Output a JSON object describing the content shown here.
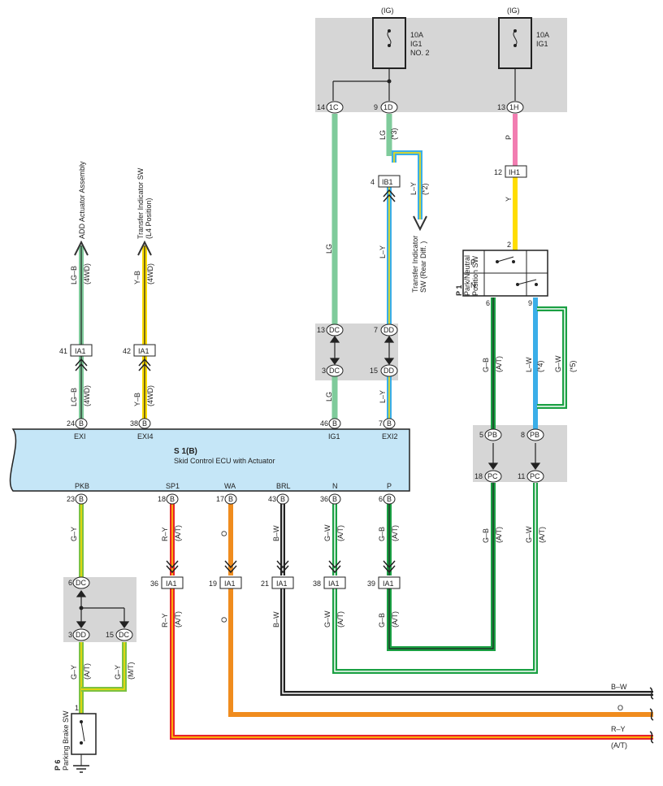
{
  "ig_left": "(IG)",
  "ig_right": "(IG)",
  "fuse_left": [
    "10A",
    "IG1",
    "NO. 2"
  ],
  "fuse_right": [
    "10A",
    "IG1"
  ],
  "ecu": {
    "id": "S 1(B)",
    "name": "Skid Control ECU with Actuator"
  },
  "ecu_top_pins": [
    {
      "num": "24",
      "label": "EXI"
    },
    {
      "num": "38",
      "label": "EXI4"
    },
    {
      "num": "46",
      "label": "IG1"
    },
    {
      "num": "7",
      "label": "EXI2"
    }
  ],
  "ecu_bottom_pins": [
    {
      "num": "23",
      "label": "PKB"
    },
    {
      "num": "18",
      "label": "SP1"
    },
    {
      "num": "17",
      "label": "WA"
    },
    {
      "num": "43",
      "label": "BRL"
    },
    {
      "num": "36",
      "label": "N"
    },
    {
      "num": "6",
      "label": "P"
    }
  ],
  "connector_letter": "B",
  "upper_pins": {
    "c1_num": "14",
    "c1": "1C",
    "c2_num": "9",
    "c2": "1D",
    "c3_num": "13",
    "c3": "1H"
  },
  "ih1": {
    "num": "12",
    "label": "IH1"
  },
  "ib1": {
    "num": "4",
    "label": "IB1"
  },
  "ia1_upper": [
    {
      "num": "41",
      "label": "IA1"
    },
    {
      "num": "42",
      "label": "IA1"
    }
  ],
  "ia1_lower": [
    {
      "num": "36",
      "label": "IA1"
    },
    {
      "num": "19",
      "label": "IA1"
    },
    {
      "num": "21",
      "label": "IA1"
    },
    {
      "num": "38",
      "label": "IA1"
    },
    {
      "num": "39",
      "label": "IA1"
    }
  ],
  "dc_dd_upper": [
    {
      "num": "13",
      "label": "DC"
    },
    {
      "num": "7",
      "label": "DD"
    },
    {
      "num": "3",
      "label": "DC"
    },
    {
      "num": "15",
      "label": "DD"
    }
  ],
  "pb_pc": [
    {
      "num": "5",
      "label": "PB"
    },
    {
      "num": "8",
      "label": "PB"
    },
    {
      "num": "18",
      "label": "PC"
    },
    {
      "num": "11",
      "label": "PC"
    }
  ],
  "dc_dd_lower": [
    {
      "num": "6",
      "label": "DC"
    },
    {
      "num": "3",
      "label": "DD"
    },
    {
      "num": "15",
      "label": "DC"
    }
  ],
  "arrows_up": [
    "ADD Actuator Assembly",
    "Transfer Indicator SW",
    "(L4 Position)"
  ],
  "transfer_sw": [
    "Transfer Indicator",
    "SW (Rear Diff. )"
  ],
  "park_neutral": {
    "id": "P 1",
    "name": "Park/Neutral",
    "name2": "Position SW",
    "pin2": "2",
    "pin6": "6",
    "pin9": "9",
    "p": "P",
    "n": "N"
  },
  "parking_brake": {
    "id": "P 6",
    "name": "Parking Brake SW",
    "pin": "1"
  },
  "wire_labels": {
    "lg": "LG",
    "l_y": "L–Y",
    "p": "P",
    "y": "Y",
    "lg_b": "LG–B",
    "y_b": "Y–B",
    "wd4": "(4WD)",
    "g_b": "G–B",
    "l_w": "L–W",
    "g_w": "G–W",
    "at": "(A/T)",
    "mt": "(M/T)",
    "g_y": "G–Y",
    "r_y": "R–Y",
    "o": "O",
    "b_w": "B–W",
    "n3": "(*3)",
    "n2": "(*2)",
    "n4": "(*4)",
    "n5": "(*5)"
  },
  "colors": {
    "lg": "#7fcb9b",
    "lblue": "#3aaee8",
    "yellow": "#ffdd00",
    "pink": "#f27db1",
    "green": "#1aa043",
    "orange": "#f08c1e",
    "red": "#e8222b",
    "black": "#222222",
    "ecu_fill": "#c5e6f7",
    "gray_box": "#d6d6d6"
  }
}
